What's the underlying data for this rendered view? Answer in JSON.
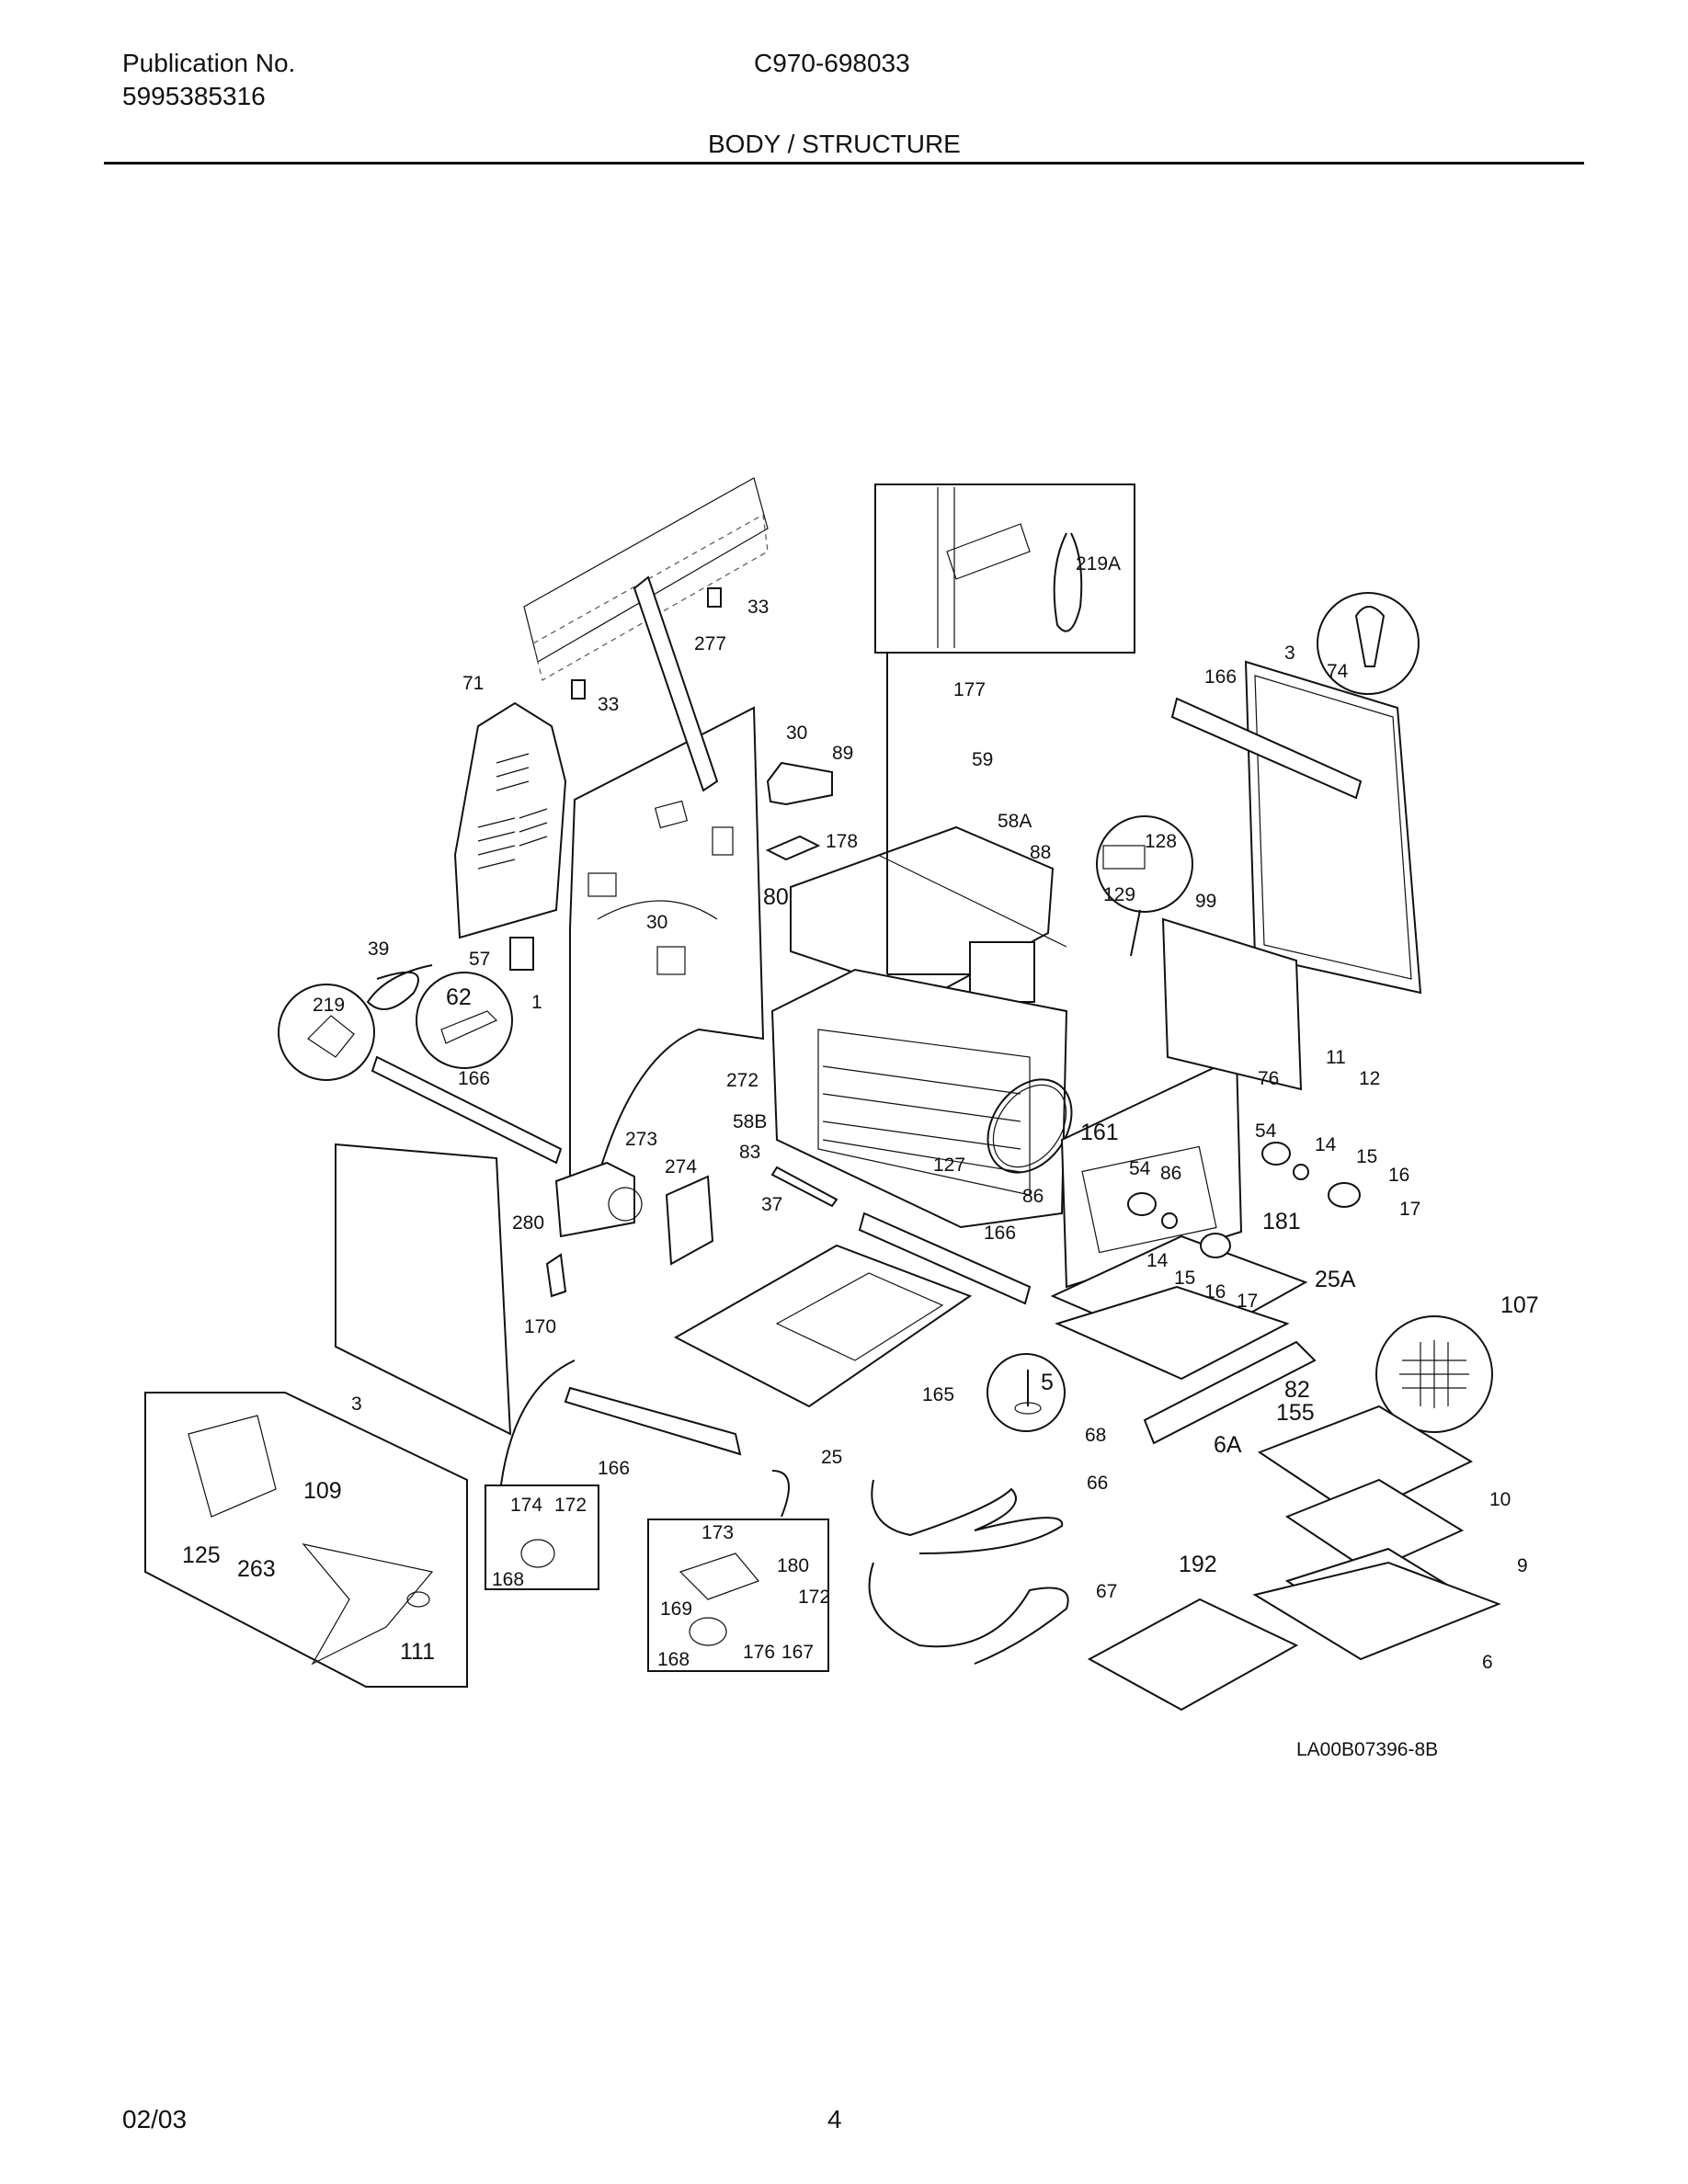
{
  "header": {
    "publication_label": "Publication No.",
    "publication_number": "5995385316",
    "model": "C970-698033",
    "section_title": "BODY / STRUCTURE"
  },
  "diagram": {
    "part_labels": [
      "33",
      "277",
      "33",
      "71",
      "30",
      "89",
      "178",
      "30",
      "80",
      "39",
      "57",
      "62",
      "219",
      "1",
      "166",
      "272",
      "58B",
      "83",
      "273",
      "274",
      "280",
      "37",
      "170",
      "3",
      "177",
      "59",
      "58A",
      "88",
      "128",
      "129",
      "219A",
      "74",
      "3",
      "166",
      "99",
      "76",
      "11",
      "12",
      "161",
      "127",
      "86",
      "54",
      "14",
      "15",
      "16",
      "17",
      "54",
      "86",
      "181",
      "14",
      "15",
      "16",
      "17",
      "166",
      "25A",
      "107",
      "165",
      "5",
      "25",
      "82",
      "155",
      "6A",
      "10",
      "9",
      "6",
      "68",
      "66",
      "67",
      "192",
      "166",
      "174",
      "172",
      "168",
      "173",
      "180",
      "169",
      "172",
      "168",
      "176",
      "167",
      "125",
      "109",
      "263",
      "111"
    ],
    "drawing_code": "LA00B07396-8B"
  },
  "footer": {
    "date": "02/03",
    "page": "4"
  }
}
